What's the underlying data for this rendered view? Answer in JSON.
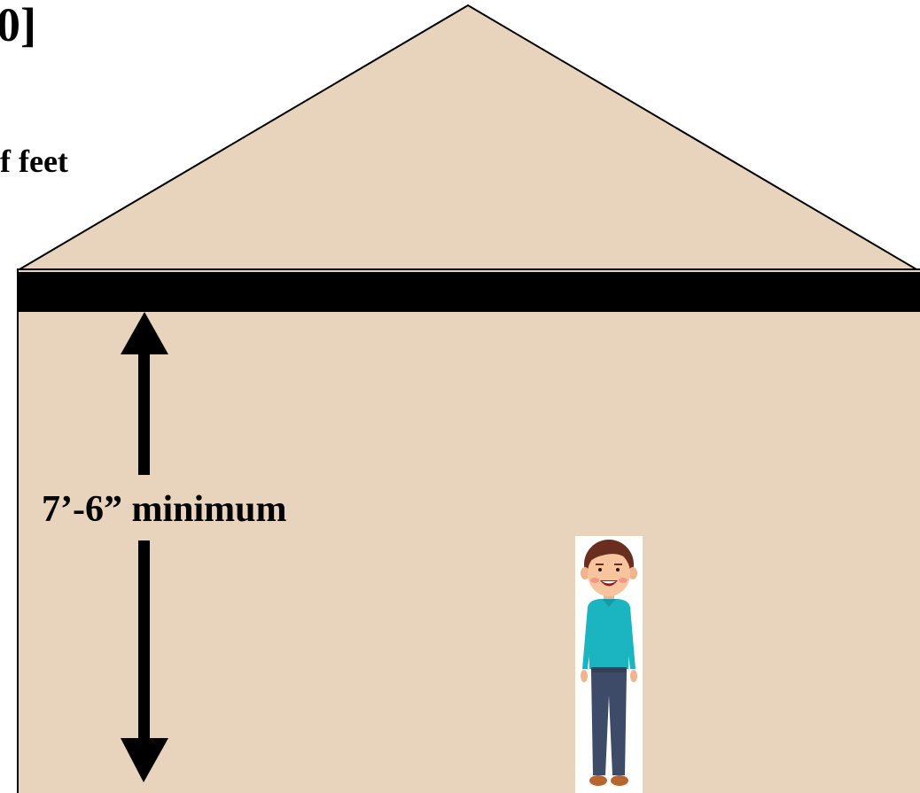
{
  "texts": {
    "title_fragment": "0]",
    "subtitle_fragment": "f feet",
    "dimension_label": "7’-6” minimum"
  },
  "colors": {
    "wall_fill": "#E8D3BC",
    "ceiling_beam": "#000000",
    "outline": "#000000",
    "arrow": "#000000",
    "person_shirt": "#1BB5C1",
    "person_pants": "#3E4B68",
    "person_hair": "#6A2E1F",
    "person_skin": "#F2B48C",
    "person_shoes": "#B5652F"
  },
  "icons": {
    "person": "person-standing-icon",
    "arrow_up": "arrow-up-icon",
    "arrow_down": "arrow-down-icon"
  }
}
